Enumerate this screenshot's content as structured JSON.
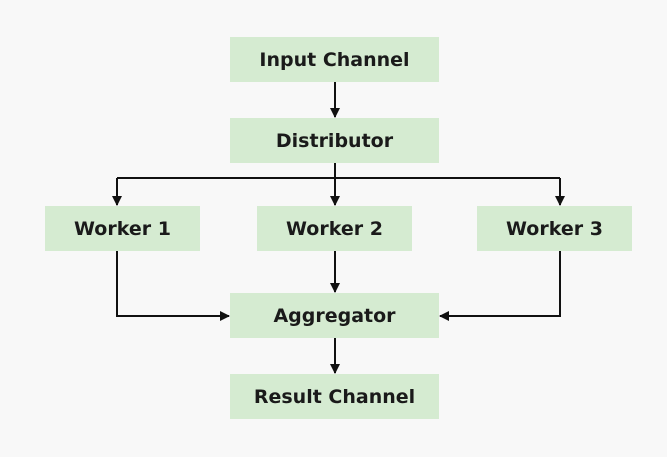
{
  "nodes": {
    "input_channel": "Input Channel",
    "distributor": "Distributor",
    "worker_1": "Worker 1",
    "worker_2": "Worker 2",
    "worker_3": "Worker 3",
    "aggregator": "Aggregator",
    "result_channel": "Result Channel"
  },
  "edges": [
    {
      "from": "input_channel",
      "to": "distributor"
    },
    {
      "from": "distributor",
      "to": "worker_1"
    },
    {
      "from": "distributor",
      "to": "worker_2"
    },
    {
      "from": "distributor",
      "to": "worker_3"
    },
    {
      "from": "worker_1",
      "to": "aggregator"
    },
    {
      "from": "worker_2",
      "to": "aggregator"
    },
    {
      "from": "worker_3",
      "to": "aggregator"
    },
    {
      "from": "aggregator",
      "to": "result_channel"
    }
  ],
  "colors": {
    "background": "#f8f8f8",
    "node_fill": "#d5ebd1",
    "edge": "#111111"
  }
}
